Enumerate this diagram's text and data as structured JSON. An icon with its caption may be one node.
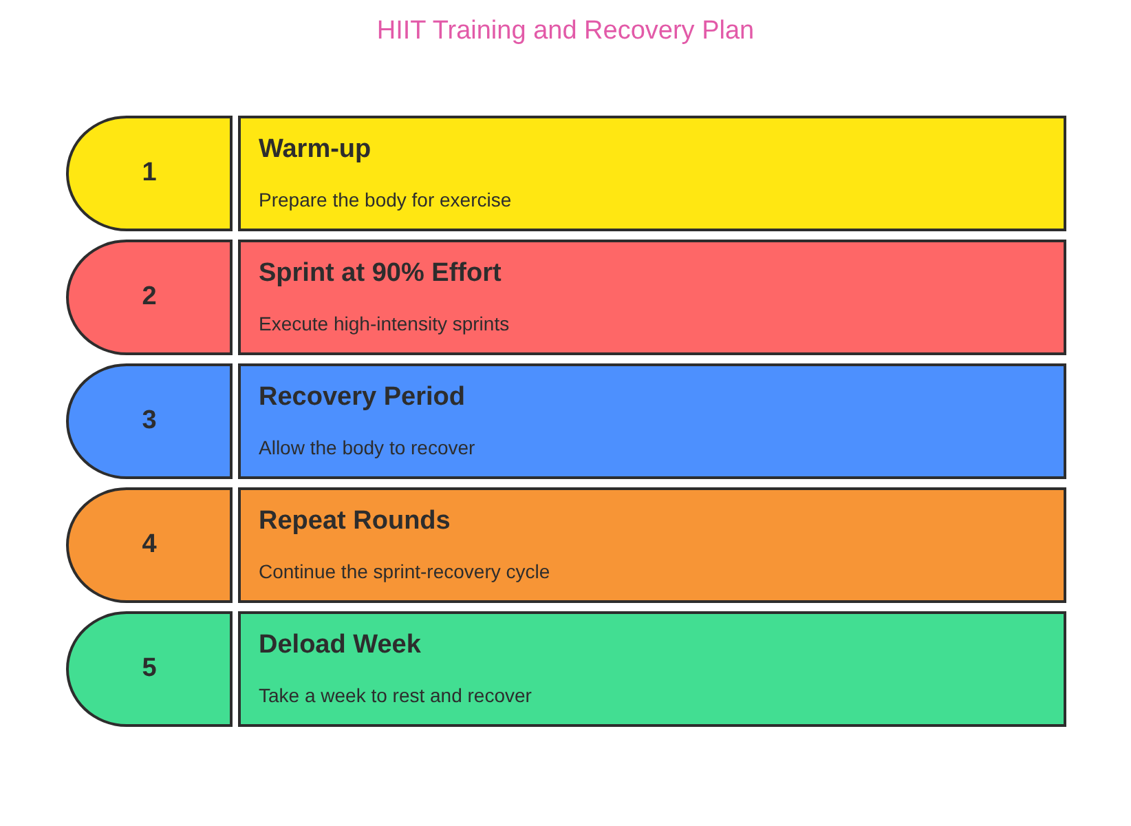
{
  "diagram": {
    "title": "HIIT Training and Recovery Plan",
    "nodes": [
      {
        "text": [
          "1"
        ]
      },
      {
        "text": [
          "Warm-up",
          "Prepare the body for exercise"
        ]
      },
      {
        "text": [
          "2"
        ]
      },
      {
        "text": [
          "Sprint at 90% Effort",
          "Execute high-intensity sprints"
        ]
      },
      {
        "text": [
          "3"
        ]
      },
      {
        "text": [
          "Recovery Period",
          "Allow the body to recover"
        ]
      },
      {
        "text": [
          "4"
        ]
      },
      {
        "text": [
          "Repeat Rounds",
          "Continue the sprint-recovery cycle"
        ]
      },
      {
        "text": [
          "5"
        ]
      },
      {
        "text": [
          "Deload Week",
          "Take a week to rest and recover"
        ]
      }
    ]
  }
}
